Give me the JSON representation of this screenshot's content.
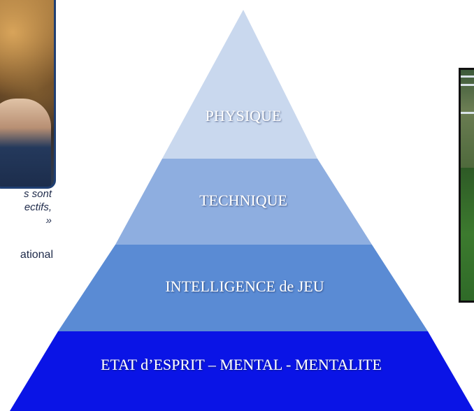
{
  "pyramid": {
    "levels": [
      {
        "label": "PHYSIQUE",
        "color": "#c9d8ee"
      },
      {
        "label": "TECHNIQUE",
        "color": "#8eaee0"
      },
      {
        "label": "INTELLIGENCE de JEU",
        "color": "#5a8bd4"
      },
      {
        "label": "ETAT d’ESPRIT – MENTAL - MENTALITE",
        "color": "#0a14e6"
      }
    ]
  },
  "quote": {
    "line1": "s sont",
    "line2": "ectifs,",
    "line3": "»"
  },
  "author": {
    "text": "ational"
  }
}
